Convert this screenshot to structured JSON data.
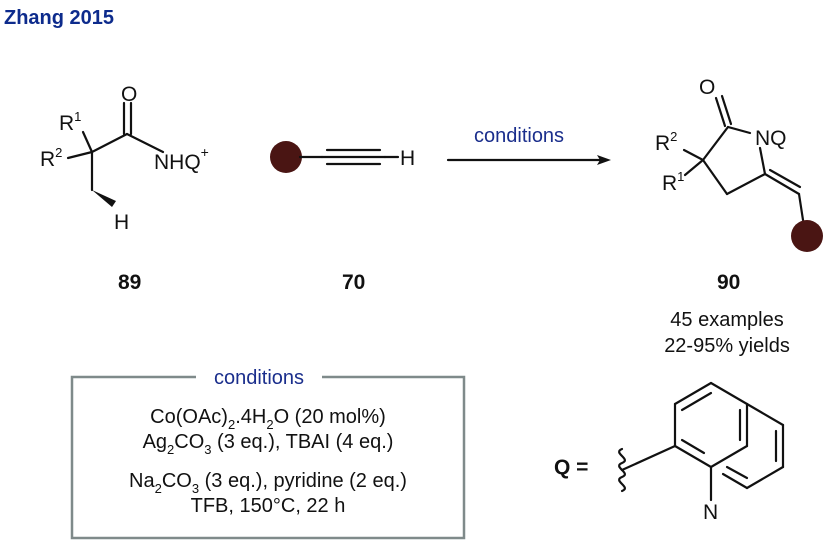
{
  "title": "Zhang 2015",
  "arrow_label": "conditions",
  "reactant1": {
    "id": "89",
    "r1": "R",
    "r1_sup": "1",
    "r2": "R",
    "r2_sup": "2",
    "o": "O",
    "nhq": "NHQ",
    "nhq_sup": "+",
    "h": "H"
  },
  "reactant2": {
    "id": "70",
    "h": "H"
  },
  "product": {
    "id": "90",
    "o": "O",
    "nq": "NQ",
    "r2": "R",
    "r2_sup": "2",
    "r1": "R",
    "r1_sup": "1",
    "examples": "45 examples",
    "yields": "22-95% yields"
  },
  "conditions_box": {
    "header": "conditions",
    "line1": {
      "a": "Co(OAc)",
      "a_sub": "2",
      "b": ".4H",
      "b_sub": "2",
      "c": "O (20 mol%)"
    },
    "line2": {
      "a": "Ag",
      "a_sub": "2",
      "b": "CO",
      "b_sub": "3",
      "c": " (3 eq.), TBAI (4 eq.)"
    },
    "line3": {
      "a": "Na",
      "a_sub": "2",
      "b": "CO",
      "b_sub": "3",
      "c": " (3 eq.), pyridine (2 eq.)"
    },
    "line4": "TFB, 150°C, 22 h"
  },
  "q_definition": {
    "label": "Q =",
    "n": "N"
  },
  "colors": {
    "title": "#0d2b8c",
    "label_blue": "#1a2e8c",
    "ball": "#4a1513",
    "box_border": "#7f8a8a"
  }
}
